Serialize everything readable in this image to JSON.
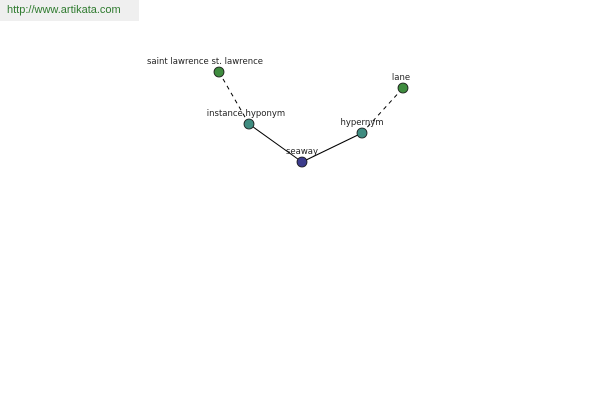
{
  "site_url": "http://www.artikata.com",
  "colors": {
    "banner_bg": "#efefef",
    "url_text": "#2e7a2e",
    "edge": "#000000",
    "node_center": "#3c3c8c",
    "node_relation": "#3f8c80",
    "node_leaf": "#3f8c3f",
    "node_stroke": "#1a1a1a"
  },
  "graph": {
    "nodes": [
      {
        "id": "seaway",
        "label": "seaway",
        "role": "center"
      },
      {
        "id": "instance-hyponym",
        "label": "instance hyponym",
        "role": "relation"
      },
      {
        "id": "hypernym",
        "label": "hypernym",
        "role": "relation"
      },
      {
        "id": "saint-lawrence",
        "label": "saint lawrence st. lawrence",
        "role": "leaf"
      },
      {
        "id": "lane",
        "label": "lane",
        "role": "leaf"
      }
    ],
    "edges": [
      {
        "from": "seaway",
        "to": "instance-hyponym",
        "style": "solid"
      },
      {
        "from": "seaway",
        "to": "hypernym",
        "style": "solid"
      },
      {
        "from": "instance-hyponym",
        "to": "saint-lawrence",
        "style": "dashed"
      },
      {
        "from": "hypernym",
        "to": "lane",
        "style": "dashed"
      }
    ]
  }
}
